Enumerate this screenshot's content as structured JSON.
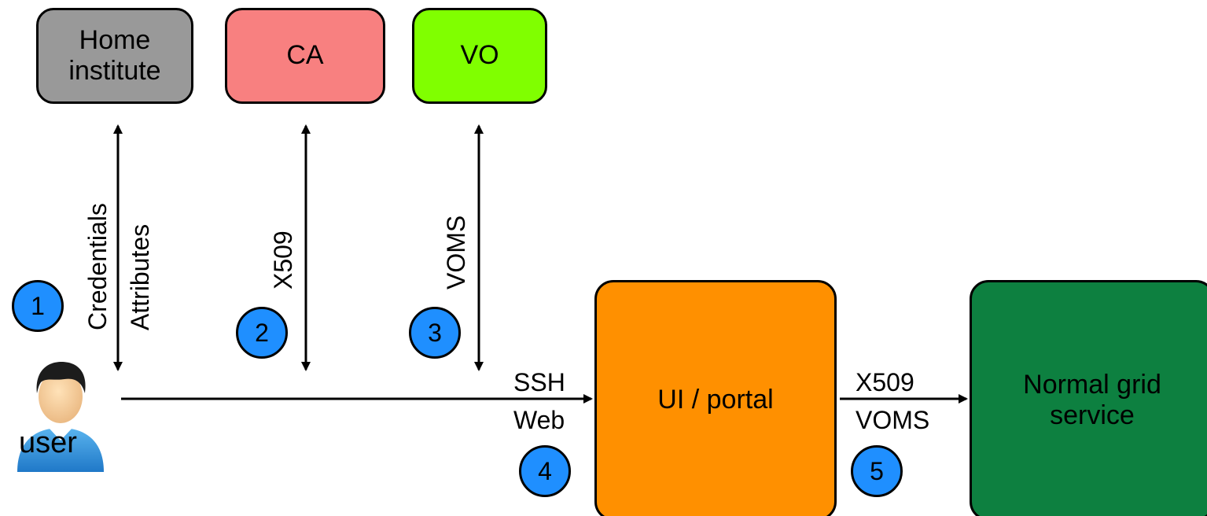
{
  "nodes": {
    "home_institute": "Home\ninstitute",
    "ca": "CA",
    "vo": "VO",
    "ui_portal": "UI / portal",
    "normal_grid_service": "Normal grid\nservice",
    "user": "user"
  },
  "node_colors": {
    "home_institute": "#999999",
    "ca": "#f88080",
    "vo": "#80ff00",
    "ui_portal": "#ff9000",
    "normal_grid_service": "#0d8040",
    "step_badge": "#1f8fff"
  },
  "edge_labels": {
    "credentials": "Credentials",
    "attributes": "Attributes",
    "ca_x509": "X509",
    "vo_voms": "VOMS",
    "ssh": "SSH",
    "web": "Web",
    "service_x509": "X509",
    "service_voms": "VOMS"
  },
  "steps": [
    "1",
    "2",
    "3",
    "4",
    "5"
  ],
  "icons": {
    "user": "user-person-icon"
  }
}
